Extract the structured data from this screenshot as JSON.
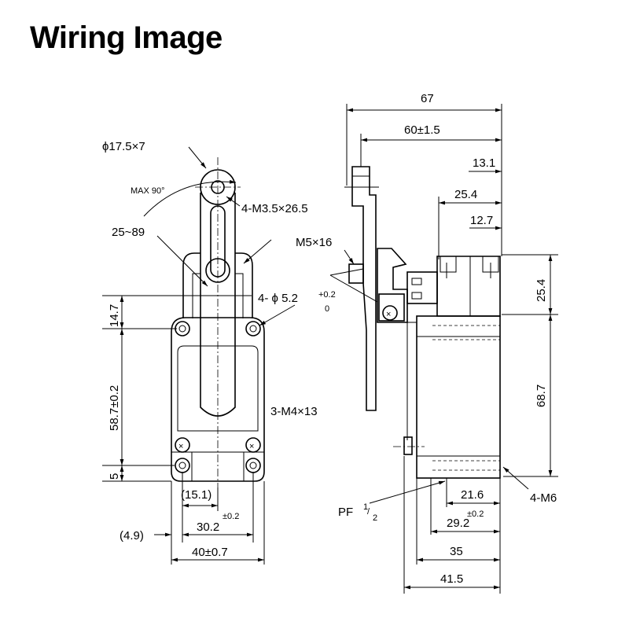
{
  "title": "Wiring Image",
  "front_view": {
    "roller": "ϕ17.5×7",
    "max_angle": "MAX 90°",
    "lever_range": "25~89",
    "lever_screw": "4-M3.5×26.5",
    "hole": "4- ϕ 5.2",
    "mount_screw": "3-M4×13",
    "dim_14_7": "14.7",
    "dim_58_7": "58.7±0.2",
    "dim_5": "5",
    "dim_15_1": "(15.1)",
    "dim_30_2": "30.2",
    "tol_30_2": "±0.2",
    "dim_4_9": "(4.9)",
    "dim_40": "40±0.7"
  },
  "side_view": {
    "dim_67": "67",
    "dim_60": "60±1.5",
    "dim_13_1": "13.1",
    "dim_25_4_top": "25.4",
    "dim_12_7": "12.7",
    "screw": "M5×16",
    "tol_plus": "+0.2",
    "tol_zero": "0",
    "dim_25_4_right": "25.4",
    "dim_68_7": "68.7",
    "conduit": "PF",
    "conduit_frac_num": "1",
    "conduit_frac_den": "2",
    "dim_21_6": "21.6",
    "tol_29_2": "±0.2",
    "dim_29_2": "29.2",
    "thread": "4-M6",
    "dim_35": "35",
    "dim_41_5": "41.5"
  }
}
